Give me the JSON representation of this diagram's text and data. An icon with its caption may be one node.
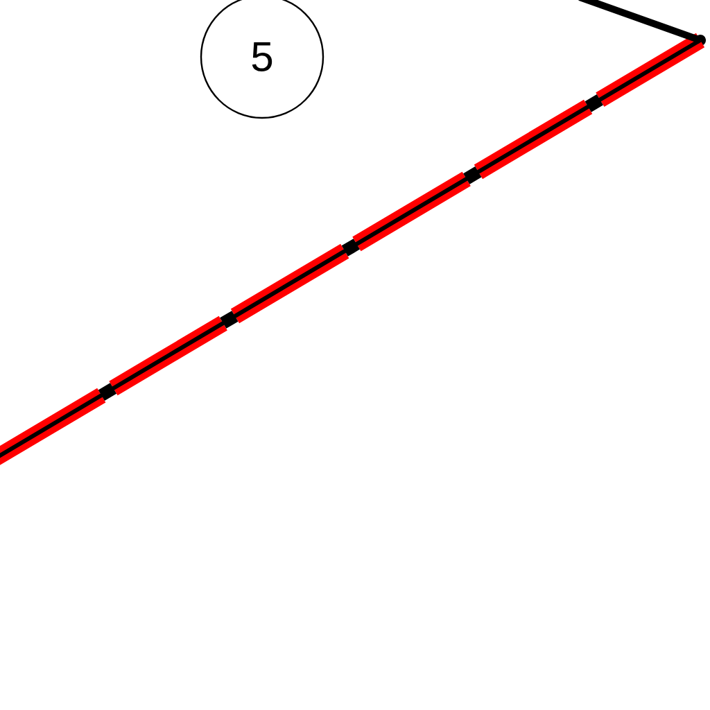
{
  "diagram": {
    "nodes": [
      {
        "text": [
          "5"
        ]
      },
      {
        "text": [],
        "shape": "circle"
      }
    ],
    "edges": [
      {
        "from": null,
        "to": 1,
        "arrow": "none",
        "style": "dashed",
        "color": "#ff0000"
      },
      {
        "from": null,
        "to": 1,
        "arrow": "none",
        "color": "#000000"
      }
    ]
  }
}
